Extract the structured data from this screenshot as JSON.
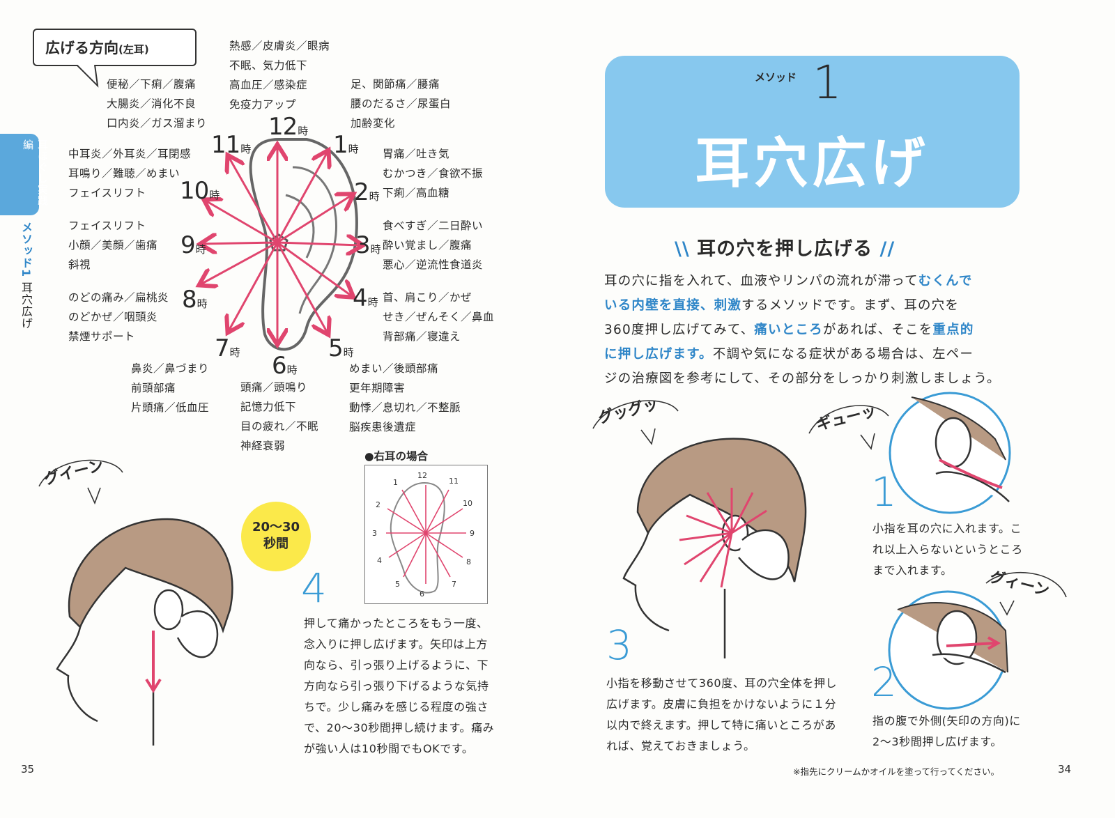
{
  "left_page": {
    "callout": {
      "title": "広げる方向",
      "sub": "(左耳)"
    },
    "side_tab": {
      "label": "耳ほぐし実践編",
      "method": "メソッド1",
      "name": "耳穴広げ"
    },
    "symptom_groups": {
      "h12": [
        "熱感／皮膚炎／眼病",
        "不眠、気力低下",
        "高血圧／感染症",
        "免疫力アップ"
      ],
      "h11": [
        "便秘／下痢／腹痛",
        "大腸炎／消化不良",
        "口内炎／ガス溜まり"
      ],
      "h1": [
        "足、関節痛／腰痛",
        "腰のだるさ／尿蛋白",
        "加齢変化"
      ],
      "h10": [
        "中耳炎／外耳炎／耳閉感",
        "耳鳴り／難聴／めまい",
        "フェイスリフト"
      ],
      "h2": [
        "胃痛／吐き気",
        "むかつき／食欲不振",
        "下痢／高血糖"
      ],
      "h9": [
        "フェイスリフト",
        "小顔／美顔／歯痛",
        "斜視"
      ],
      "h3": [
        "食べすぎ／二日酔い",
        "酔い覚まし／腹痛",
        "悪心／逆流性食道炎"
      ],
      "h8": [
        "のどの痛み／扁桃炎",
        "のどかぜ／咽頭炎",
        "禁煙サポート"
      ],
      "h4": [
        "首、肩こり／かぜ",
        "せき／ぜんそく／鼻血",
        "背部痛／寝違え"
      ],
      "h7": [
        "鼻炎／鼻づまり",
        "前頭部痛",
        "片頭痛／低血圧"
      ],
      "h6": [
        "頭痛／頭鳴り",
        "記憶力低下",
        "目の疲れ／不眠",
        "神経衰弱"
      ],
      "h5": [
        "めまい／後頭部痛",
        "更年期障害",
        "動悸／息切れ／不整脈",
        "脳疾患後遺症"
      ]
    },
    "hours": {
      "h12": "12",
      "h1": "1",
      "h2": "2",
      "h3": "3",
      "h4": "4",
      "h5": "5",
      "h6": "6",
      "h7": "7",
      "h8": "8",
      "h9": "9",
      "h10": "10",
      "h11": "11",
      "unit": "時"
    },
    "mini_diagram": {
      "title": "●右耳の場合",
      "labels": [
        "12",
        "11",
        "1",
        "10",
        "2",
        "9",
        "3",
        "8",
        "4",
        "7",
        "5",
        "6"
      ],
      "unit": "時"
    },
    "sound_effect": "グイーン",
    "badge": {
      "line1": "20〜30",
      "line2": "秒間"
    },
    "step4": {
      "num": "4",
      "lines": [
        "押して痛かったところをもう一度、",
        "念入りに押し広げます。矢印は上方",
        "向なら、引っ張り上げるように、下",
        "方向なら引っ張り下げるような気持",
        "ちで。少し痛みを感じる程度の強さ",
        "で、20〜30秒間押し続けます。痛み",
        "が強い人は10秒間でもOKです。"
      ]
    },
    "page_number": "35"
  },
  "right_page": {
    "banner": {
      "method_label": "メソッド",
      "method_number": "1",
      "title": "耳穴広げ"
    },
    "subhead": {
      "left_mark": "\\\\",
      "text": "耳の穴を押し広げる",
      "right_mark": "//"
    },
    "intro": {
      "l1a": "耳の穴に指を入れて、血液やリンパの流れが滞って",
      "l1b": "むくんで",
      "l2a": "いる内壁を直接、刺激",
      "l2b": "するメソッドです。まず、耳の穴を",
      "l3a": "360度押し広げてみて、",
      "l3b": "痛いところ",
      "l3c": "があれば、そこを",
      "l3d": "重点的",
      "l4a": "に押し広げます。",
      "l4b": "不調や気になる症状がある場合は、左ペー",
      "l5": "ジの治療図を参考にして、その部分をしっかり刺激しましょう。"
    },
    "sounds": {
      "s1": "グッグッ",
      "s2": "ギューッ",
      "s3": "グィーン"
    },
    "step1": {
      "num": "1",
      "lines": [
        "小指を耳の穴に入れます。こ",
        "れ以上入らないというところ",
        "まで入れます。"
      ]
    },
    "step2": {
      "num": "2",
      "lines": [
        "指の腹で外側(矢印の方向)に",
        "2〜3秒間押し広げます。"
      ]
    },
    "step3": {
      "num": "3",
      "lines": [
        "小指を移動させて360度、耳の穴全体を押し",
        "広げます。皮膚に負担をかけないように１分",
        "以内で終えます。押して特に痛いところがあ",
        "れば、覚えておきましょう。"
      ]
    },
    "note": "※指先にクリームかオイルを塗って行ってください。",
    "page_number": "34"
  },
  "colors": {
    "arrow": "#e0456e",
    "accent_blue": "#2f86c8",
    "banner": "#87c8ee",
    "hair": "#b89a83",
    "badge": "#fbe94a"
  }
}
